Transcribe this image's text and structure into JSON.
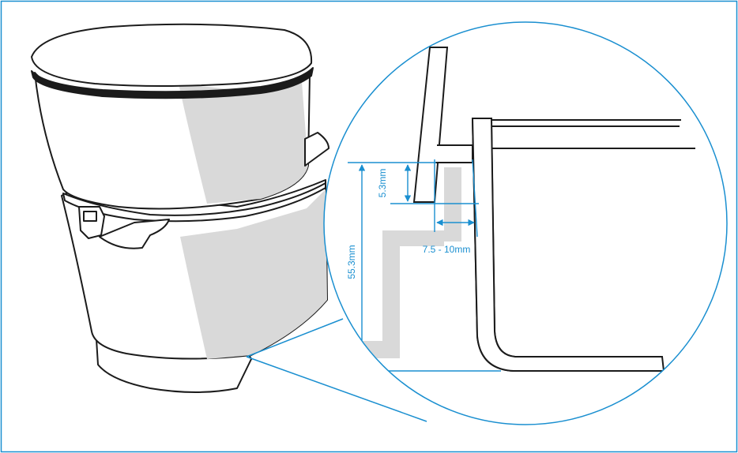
{
  "diagram": {
    "dimensions": {
      "lip_height": "5.3mm",
      "gap_width": "7.5 - 10mm",
      "total_height": "55.3mm"
    }
  },
  "colors": {
    "frame_border": "#1a8fd0",
    "dimension_line": "#1a8fd0",
    "outline": "#1b1b1b",
    "shading": "#d9d9d9",
    "background": "#ffffff"
  }
}
